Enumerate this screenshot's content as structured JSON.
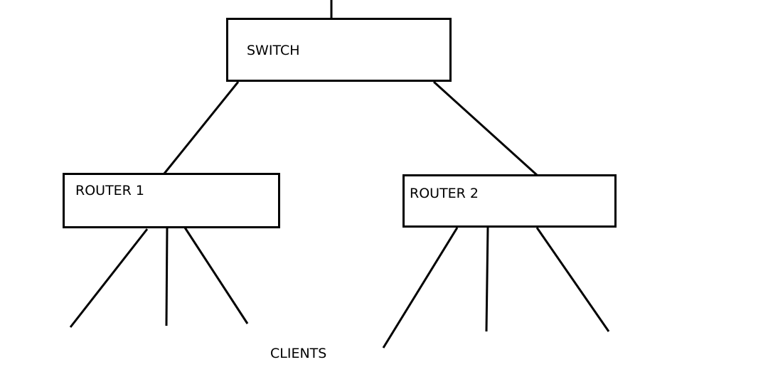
{
  "diagram": {
    "nodes": [
      {
        "id": "switch",
        "label": "SWITCH"
      },
      {
        "id": "router1",
        "label": "ROUTER 1"
      },
      {
        "id": "router2",
        "label": "ROUTER 2"
      }
    ],
    "edges": [
      {
        "from": "switch",
        "to": "router1"
      },
      {
        "from": "switch",
        "to": "router2"
      }
    ],
    "client_link_counts": {
      "router1": 3,
      "router2": 3
    },
    "clients_label": "CLIENTS",
    "line_color": "#000000",
    "background_color": "#ffffff"
  }
}
